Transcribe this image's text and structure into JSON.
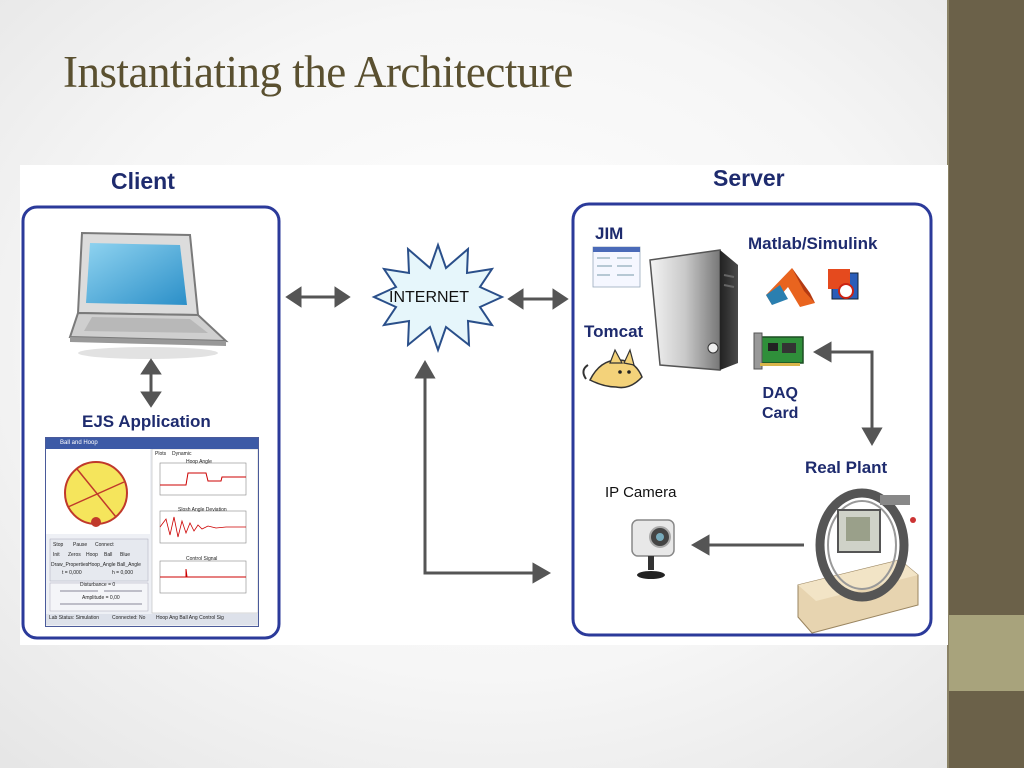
{
  "slide": {
    "title": "Instantiating the Architecture"
  },
  "client": {
    "title": "Client",
    "ejs_label": "EJS Application",
    "ejs_window": {
      "title": "Ball and Hoop",
      "tabs": [
        "Plots",
        "Dynamic"
      ],
      "plot_titles": [
        "Hoop Angle",
        "Slosh Angle Deviation",
        "Control Signal"
      ],
      "buttons": [
        "Stop",
        "Pause",
        "Connect",
        "Init",
        "Zeros",
        "Hoop",
        "Ball",
        "Blue"
      ],
      "param_tabs": [
        "Draw_Properties",
        "Hoop_Angle",
        "Ball_Angle"
      ],
      "params": [
        "t = 0,000",
        "h = 0,000",
        "Disturbance = 0",
        "Amplitude = 0,00"
      ],
      "status_left": "Lab Status: Simulation",
      "status_mid": "Connected: No",
      "status_right": "Hoop Ang  Ball Ang  Control Sig"
    }
  },
  "internet": {
    "label": "INTERNET"
  },
  "server": {
    "title": "Server",
    "jim": "JIM",
    "matlab": "Matlab/Simulink",
    "tomcat": "Tomcat",
    "daq": "DAQ\nCard",
    "real_plant": "Real Plant",
    "ip_camera": "IP Camera"
  },
  "colors": {
    "accent_bar": "#6b6149",
    "accent_block": "#a8a37c",
    "title": "#5a5030",
    "panel_border": "#2b3a9a",
    "heading": "#1e2b6e",
    "arrow": "#555555",
    "internet_fill": "#e6f6fb",
    "internet_stroke": "#2a4f8a"
  },
  "icons": [
    "laptop-icon",
    "server-tower-icon",
    "matlab-icon",
    "simulink-icon",
    "tomcat-icon",
    "daq-card-icon",
    "ip-camera-icon",
    "real-plant-icon"
  ]
}
